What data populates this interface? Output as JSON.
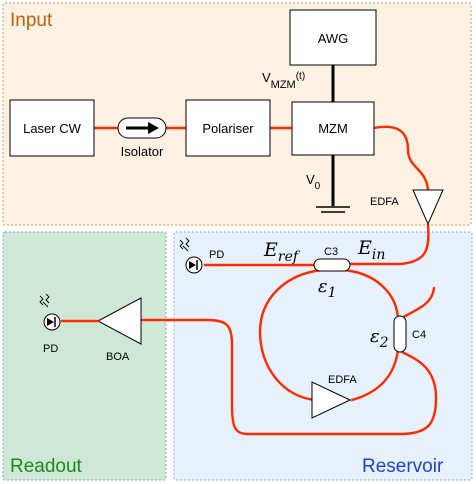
{
  "sections": {
    "input": {
      "label": "Input",
      "color": "#b9620f",
      "fill": "#fdf1e4",
      "border": "#e7a36a"
    },
    "readout": {
      "label": "Readout",
      "color": "#1b8a17",
      "fill": "#cfe7d7",
      "border": "#8ebfa0"
    },
    "reservoir": {
      "label": "Reservoir",
      "color": "#1a44d6",
      "fill": "#e6f1fb",
      "border": "#9bbfe0"
    }
  },
  "components": {
    "awg": "AWG",
    "laser": "Laser CW",
    "isolator": "Isolator",
    "polariser": "Polariser",
    "mzm": "MZM",
    "vmzm": {
      "main": "V",
      "sub": "MZM",
      "sup": "(t)"
    },
    "v0": {
      "main": "V",
      "sub": "0"
    },
    "edfa_input": "EDFA",
    "edfa_reservoir": "EDFA",
    "pd_reservoir": "PD",
    "pd_readout": "PD",
    "boa": "BOA",
    "c3": "C3",
    "c4": "C4",
    "e_ref": {
      "main": "E",
      "sub": "ref"
    },
    "e_in": {
      "main": "E",
      "sub": "in"
    },
    "eps1": {
      "main": "ε",
      "sub": "1"
    },
    "eps2": {
      "main": "ε",
      "sub": "2"
    }
  },
  "colors": {
    "fiber": "#ff2a00",
    "wire": "#000000"
  },
  "icons": [
    "arrow-right-icon",
    "photodiode-icon",
    "amplifier-triangle-icon",
    "ground-icon",
    "light-wave-icon"
  ]
}
